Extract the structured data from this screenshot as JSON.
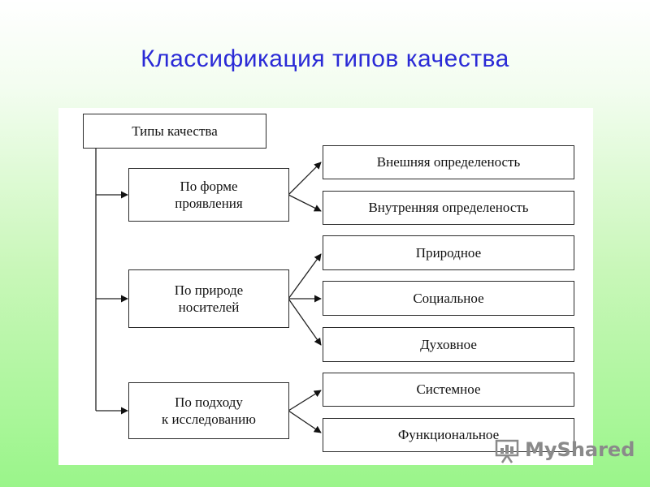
{
  "slide": {
    "title": "Классификация типов качества"
  },
  "diagram": {
    "root": "Типы качества",
    "groups": [
      {
        "label": "По форме\nпроявления",
        "items": [
          "Внешняя определеность",
          "Внутренняя определеность"
        ]
      },
      {
        "label": "По природе\nносителей",
        "items": [
          "Природное",
          "Социальное",
          "Духовное"
        ]
      },
      {
        "label": "По подходу\nк исследованию",
        "items": [
          "Системное",
          "Функциональное"
        ]
      }
    ]
  },
  "watermark": {
    "text": "MyShared"
  }
}
